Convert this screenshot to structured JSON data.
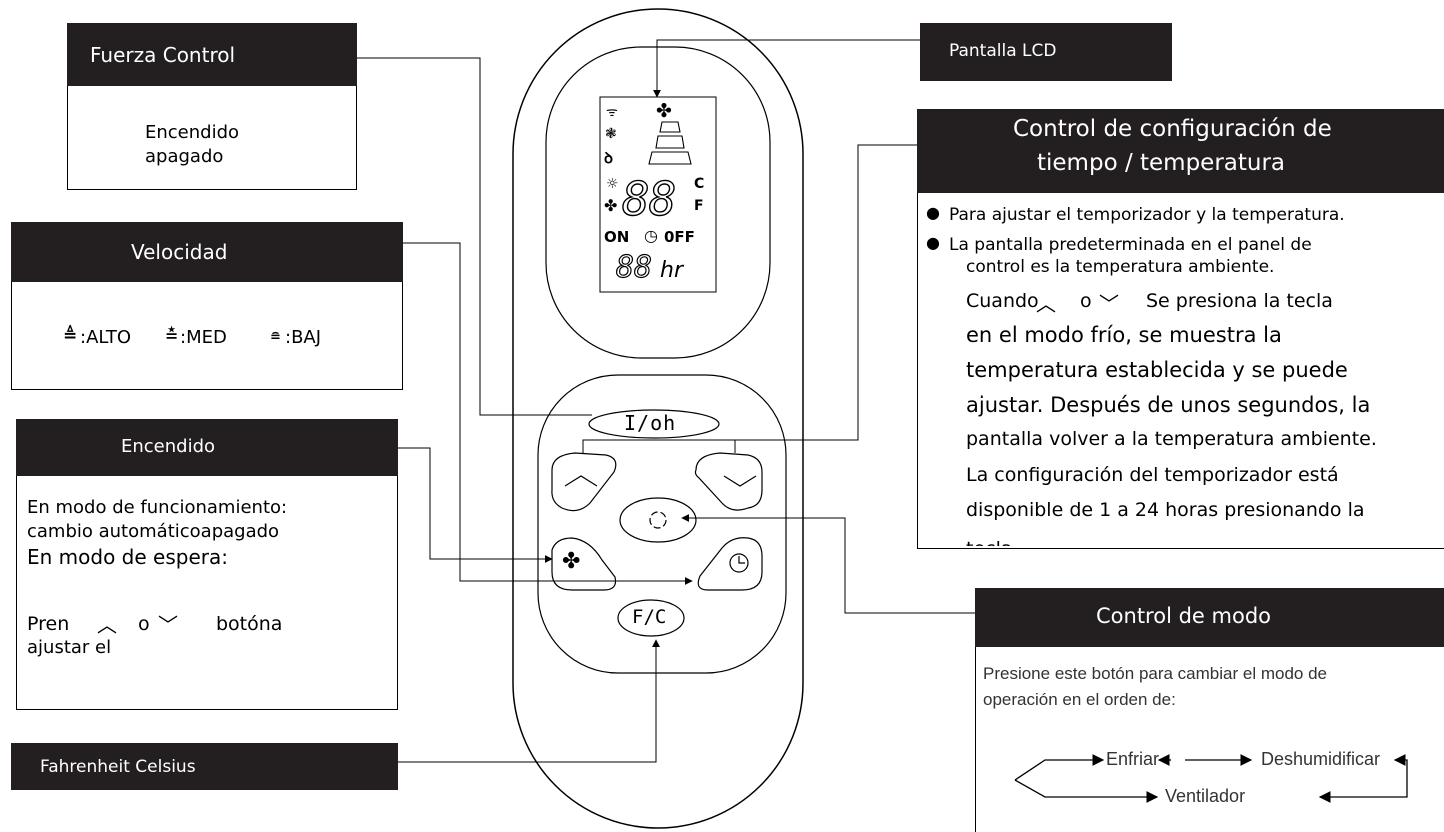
{
  "fuerza": {
    "title": "Fuerza Control",
    "line1": "Encendido",
    "line2": "apagado"
  },
  "velocidad": {
    "title": "Velocidad",
    "alto": ":ALTO",
    "med": ":MED",
    "baj": ":BAJ"
  },
  "encendido": {
    "title": "Encendido",
    "line1": "En modo de funcionamiento:",
    "line2": "cambio automáticoapagado",
    "line3": "En modo de espera:",
    "line4_a": "Pren",
    "line4_b": "o",
    "line4_c": "botóna",
    "line5": "ajustar el"
  },
  "fahrenheit": {
    "title": "Fahrenheit Celsius"
  },
  "lcd": {
    "title": "Pantalla LCD"
  },
  "config": {
    "title_line1": "Control de configuración de",
    "title_line2": "tiempo / temperatura",
    "bullet1": "Para ajustar el temporizador y la temperatura.",
    "bullet2_line1": "La pantalla predeterminada en el panel de",
    "bullet2_line2": "control es la temperatura ambiente.",
    "p1_a": "Cuando",
    "p1_b": "o",
    "p1_c": "Se presiona la tecla",
    "p2": "en el modo frío, se muestra la",
    "p3": "temperatura establecida y se puede",
    "p4": "ajustar. Después de unos segundos, la",
    "p5": "pantalla volver a la temperatura ambiente.",
    "p6": "La configuración del temporizador está",
    "p7": "disponible de 1 a 24 horas presionando la",
    "p8": "tecla"
  },
  "modo": {
    "title": "Control de modo",
    "line1": "Presione este botón para cambiar el modo de",
    "line2": "operación en el orden de:",
    "enfriar": "Enfriar",
    "deshumidificar": "Deshumidificar",
    "ventilador": "Ventilador"
  },
  "remote": {
    "power_label": "I/oh",
    "fc_label": "F/C",
    "lcd_digits": "88",
    "lcd_hr_digits": "88",
    "lcd_hr": "hr",
    "lcd_c": "C",
    "lcd_f": "F",
    "lcd_on": "ON",
    "lcd_off": "0FF"
  }
}
